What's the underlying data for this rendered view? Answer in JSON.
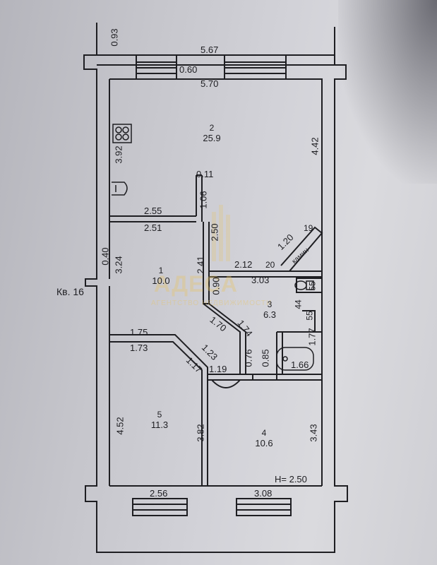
{
  "apartment_label": "Кв. 16",
  "height_label": "H= 2.50",
  "fireplace_label": "камин",
  "watermark": {
    "title": "АДЕСА",
    "subtitle": "АГЕНТСТВО НЕДВИЖИМОСТИ"
  },
  "rooms": [
    {
      "number": "1",
      "area": "10.0"
    },
    {
      "number": "2",
      "area": "25.9"
    },
    {
      "number": "3",
      "area": "6.3"
    },
    {
      "number": "4",
      "area": "10.6"
    },
    {
      "number": "5",
      "area": "11.3"
    }
  ],
  "dimensions": {
    "top_outer": "5.67",
    "top_inner": "5.70",
    "balcony_depth": "0.60",
    "left_top_wall": "0.93",
    "room2_left": "3.92",
    "room2_right": "4.42",
    "wall_0_11": "0.11",
    "partition_1_06": "1.06",
    "hall_top_outer": "2.55",
    "hall_top_inner": "2.51",
    "partition_2_50": "2.50",
    "fireplace_1_20": "1.20",
    "fireplace_19": "19",
    "fireplace_20": "20",
    "wall_0_40": "0.40",
    "room1_left": "3.24",
    "room1_right": "2.41",
    "kitchen_top_left": "2.12",
    "kitchen_top": "3.03",
    "diag_0_90": "0.90",
    "diag_1_70": "1.70",
    "diag_1_74": "1.74",
    "small_55_top": "55",
    "small_44": "44",
    "small_55": "55",
    "right_1_77": "1.77",
    "room5_top_outer": "1.75",
    "room5_top_inner": "1.73",
    "diag_1_23": "1.23",
    "diag_1_17": "1.17",
    "door_0_76": "0.76",
    "door_0_85": "0.85",
    "bath_1_66": "1.66",
    "corr_1_19": "1.19",
    "room5_left": "4.52",
    "room5_right": "3.82",
    "room4_right": "3.43",
    "bottom_left": "2.56",
    "bottom_right": "3.08"
  }
}
